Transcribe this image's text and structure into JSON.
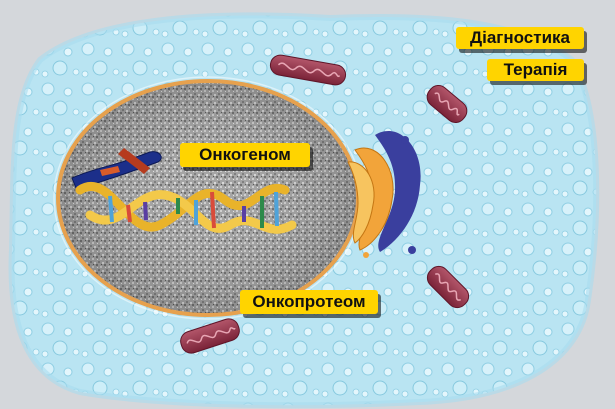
{
  "buttons": {
    "diagnostics": "Діагностика",
    "therapy": "Терапія"
  },
  "labels": {
    "oncogenome": "Онкогеном",
    "oncoproteome": "Онкопротеом"
  },
  "colors": {
    "background": "#d4d7db",
    "cytoplasm": "#b9e4f2",
    "nucleus_fill": "#9a9a9a",
    "nucleus_border": "#e6a14e",
    "label_yellow": "#ffd400",
    "mitochondria": "#8c3046",
    "golgi_blue": "#3a3f9e",
    "golgi_orange": "#f2a43a",
    "dna_gold": "#e9b32a"
  },
  "icons": [
    "cell-illustration",
    "nucleus-icon",
    "dna-helix-icon",
    "chromosome-icon",
    "golgi-apparatus-icon",
    "mitochondrion-icon"
  ]
}
